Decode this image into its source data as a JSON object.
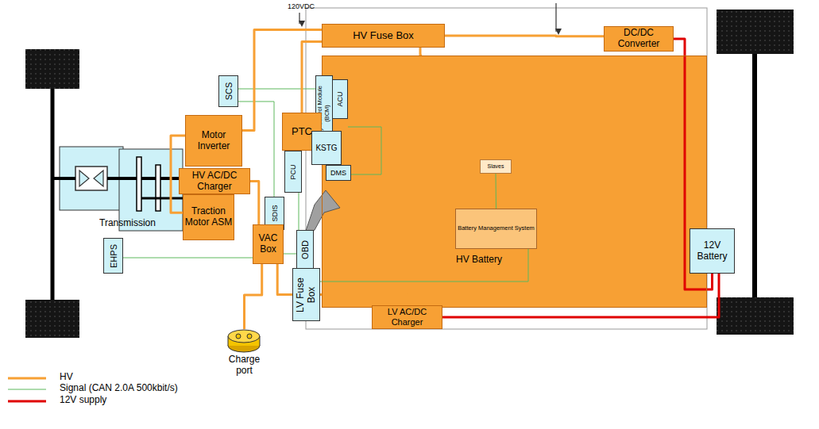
{
  "diagram": {
    "nodes": [
      {
        "text": [
          "HV Fuse Box"
        ]
      },
      {
        "text": [
          "DC/DC Converter"
        ]
      },
      {
        "text": [
          "SCS"
        ]
      },
      {
        "text": [
          "Body Control Module (BCM)"
        ]
      },
      {
        "text": [
          "ACU"
        ]
      },
      {
        "text": [
          "Motor Inverter"
        ]
      },
      {
        "text": [
          "PTC"
        ]
      },
      {
        "text": [
          "HV Battery"
        ]
      },
      {
        "text": [
          "Slaves"
        ],
        "in": 7
      },
      {
        "text": [
          "Battery Management System"
        ],
        "in": 7
      },
      {
        "text": [
          "PCU"
        ]
      },
      {
        "text": [
          "KSTG"
        ]
      },
      {
        "text": [
          "DMS"
        ]
      },
      {
        "text": [
          "HV AC/DC Charger"
        ]
      },
      {
        "text": [
          "Transmission"
        ]
      },
      {
        "text": [
          "Traction Motor ASM"
        ]
      },
      {
        "text": [
          "SDIS"
        ]
      },
      {
        "text": [
          "VAC Box"
        ]
      },
      {
        "text": [
          "OBD"
        ]
      },
      {
        "text": [
          "EHPS"
        ]
      },
      {
        "text": [
          "12V Battery"
        ]
      },
      {
        "text": [
          "LV Fuse Box"
        ]
      },
      {
        "text": [
          "LV AC/DC Charger"
        ]
      },
      {
        "text": [
          "Charge port"
        ]
      }
    ],
    "edges": [
      {
        "from": 0,
        "to": 1,
        "arrow": "none"
      },
      {
        "from": 0,
        "to": 5,
        "arrow": "none"
      },
      {
        "from": 0,
        "to": 6,
        "arrow": "none"
      },
      {
        "from": 0,
        "to": 7,
        "arrow": "none"
      },
      {
        "from": 5,
        "to": 15,
        "arrow": "none"
      },
      {
        "from": 13,
        "to": 17,
        "arrow": "none"
      },
      {
        "from": 17,
        "to": 23,
        "arrow": "none"
      },
      {
        "from": 17,
        "to": 21,
        "arrow": "none"
      },
      {
        "from": 21,
        "to": 22,
        "arrow": "none"
      },
      {
        "from": 1,
        "to": 20,
        "arrow": "none"
      },
      {
        "from": 22,
        "to": 20,
        "arrow": "none"
      },
      {
        "from": 8,
        "to": 9,
        "arrow": "none"
      }
    ],
    "labels": [
      "120VDC"
    ],
    "legend": [
      {
        "text": "HV"
      },
      {
        "text": "Signal (CAN 2.0A 500kbit/s)"
      },
      {
        "text": "12V supply"
      }
    ]
  }
}
